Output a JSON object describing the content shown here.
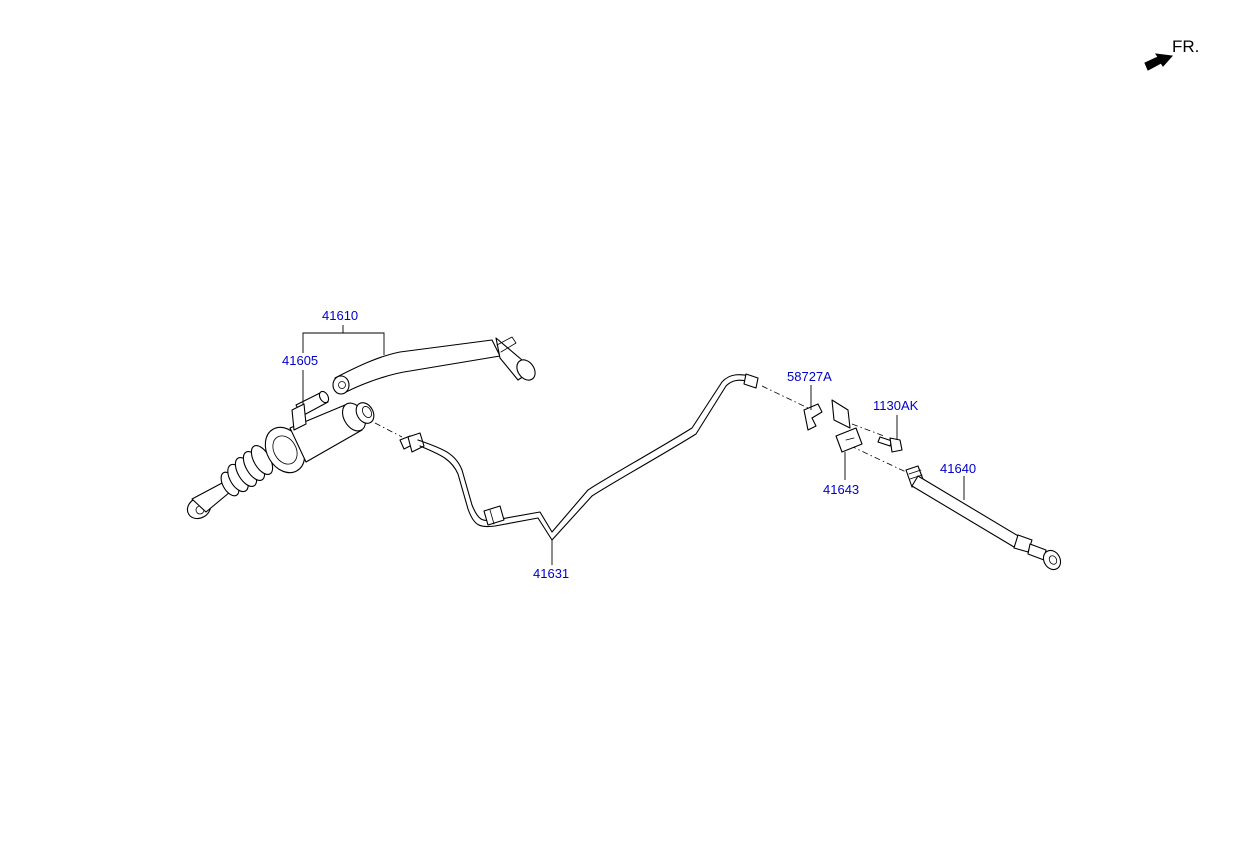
{
  "orientation": {
    "label": "FR.",
    "icon": "front-direction-arrow-icon"
  },
  "callouts": [
    {
      "id": "41610",
      "label": "41610"
    },
    {
      "id": "41605",
      "label": "41605"
    },
    {
      "id": "41631",
      "label": "41631"
    },
    {
      "id": "58727A",
      "label": "58727A"
    },
    {
      "id": "1130AK",
      "label": "1130AK"
    },
    {
      "id": "41643",
      "label": "41643"
    },
    {
      "id": "41640",
      "label": "41640"
    }
  ],
  "colors": {
    "callout": "#0000cc",
    "line": "#000000",
    "background": "#ffffff"
  }
}
